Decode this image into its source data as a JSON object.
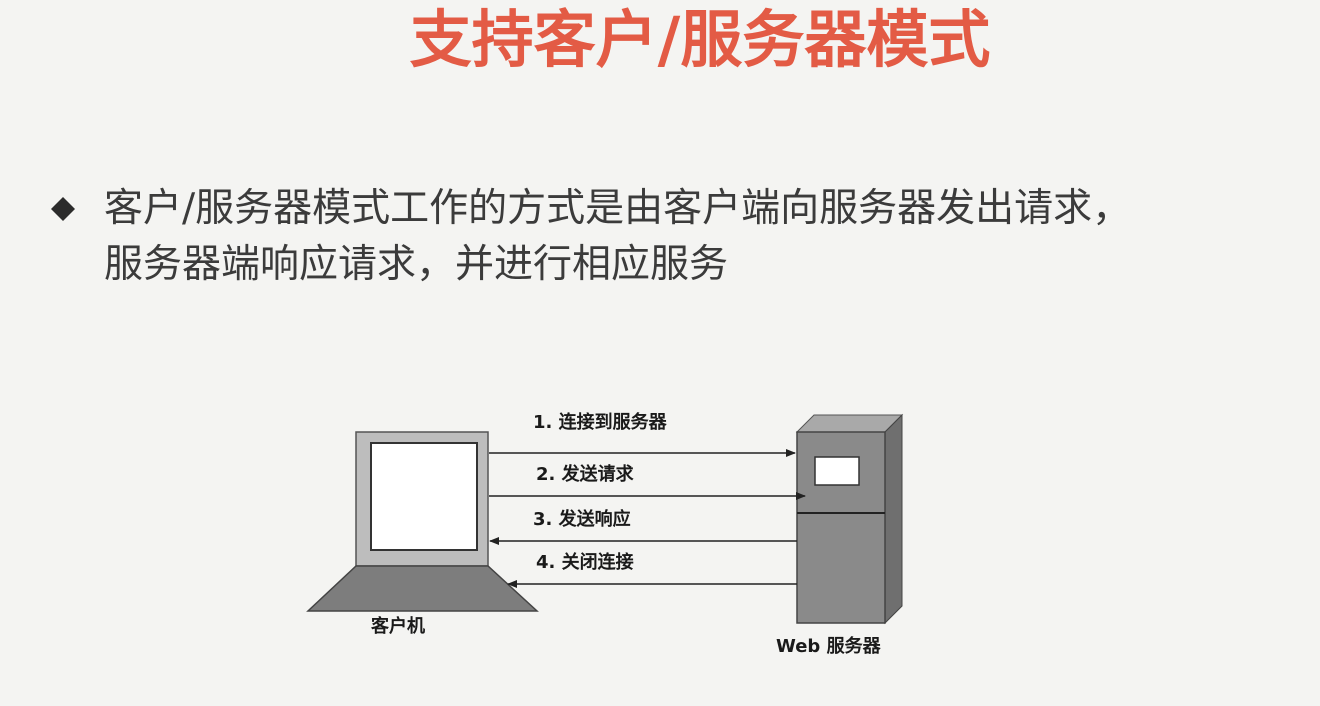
{
  "title": "支持客户/服务器模式",
  "bullet": {
    "icon": "diamond-bullet-icon",
    "lines": [
      "客户/服务器模式工作的方式是由客户端向服务器发出请求，",
      "服务器端响应请求，并进行相应服务"
    ]
  },
  "diagram": {
    "client_label": "客户机",
    "server_label": "Web 服务器",
    "steps": [
      "1. 连接到服务器",
      "2. 发送请求",
      "3. 发送响应",
      "4. 关闭连接"
    ]
  },
  "colors": {
    "title": "#e35b45",
    "text": "#3b3b3b",
    "background": "#f4f4f2"
  }
}
